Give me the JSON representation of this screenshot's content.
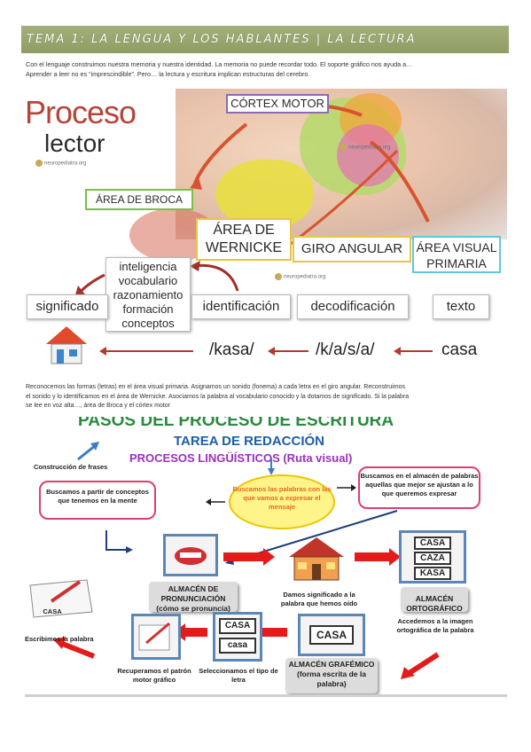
{
  "header": {
    "title": "TEMA 1: LA LENGUA Y LOS HABLANTES | LA LECTURA"
  },
  "intro": {
    "line1": "Con el lenguaje construimos nuestra memoria y nuestra identidad. La memoria no puede recordar todo. El soporte gráfico nos ayuda a…",
    "line2": "Aprender a leer no es “imprescindible”. Pero… la lectura y escritura implican estructuras del cerebro."
  },
  "figure1": {
    "title": "Proceso",
    "subtitle": "lector",
    "watermark": "neuropediatra.org",
    "labels": {
      "cortex": "CÓRTEX MOTOR",
      "broca": "ÁREA DE BROCA",
      "wernicke_1": "ÁREA DE",
      "wernicke_2": "WERNICKE",
      "giro": "GIRO ANGULAR",
      "visual_1": "ÁREA VISUAL",
      "visual_2": "PRIMARIA"
    },
    "concepts": [
      "inteligencia",
      "vocabulario",
      "razonamiento",
      "formación",
      "conceptos"
    ],
    "row": {
      "significado": "significado",
      "identificacion": "identificación",
      "decodificacion": "decodificación",
      "texto": "texto"
    },
    "bottom": {
      "kasa": "/kasa/",
      "phon": "/k/a/s/a/",
      "casa": "casa"
    }
  },
  "middle_text": {
    "line1": "Reconocemos las formas (letras) en el área visual primaria. Asignamos un sonido (fonema) a cada letra en el giro angular. Reconstruimos",
    "line2": "el sonido y lo identificamos en el área de Wernicke. Asociamos la palabra al vocabulario conocido y la dotamos de significado. Si la palabra",
    "line3": "se lee en voz alta…, área de Broca y el córtex motor"
  },
  "figure2": {
    "h1": "PASOS DEL PROCESO DE ESCRITURA",
    "h2": "TAREA DE REDACCIÓN",
    "h3": "PROCESOS LINGÜÍSTICOS (Ruta visual)",
    "construccion": "Construcción de frases",
    "buscamos_conceptos": "Buscamos a partir de conceptos que tenemos en la mente",
    "buscamos_palabras": "Buscamos las palabras con las que vamos a expresar el mensaje",
    "buscamos_almacen": "Buscamos en el almacén de palabras aquellas que mejor se ajustan a lo que queremos expresar",
    "almacen_pron": "ALMACÉN DE PRONUNCIACIÓN (cómo se pronuncia)",
    "damos_significado": "Damos significado a la palabra que hemos oído",
    "almacen_orto": "ALMACÉN ORTOGRÁFICO",
    "words_orto": [
      "CASA",
      "CAZA",
      "KASA"
    ],
    "accedemos": "Accedemos a la imagen ortográfica de la palabra",
    "almacen_graf": "ALMACÉN GRAFÉMICO (forma escrita de la palabra)",
    "graf_word": "CASA",
    "tipo_words": [
      "CASA",
      "casa"
    ],
    "seleccionamos": "Seleccionamos el tipo de letra",
    "recuperamos": "Recuperamos el patrón motor gráfico",
    "escribimos": "Escribimos la palabra",
    "paper_word": "CASA"
  },
  "colors": {
    "header": "#98a56b",
    "proceso": "#b64438",
    "green_title": "#2a8a3f",
    "blue_title": "#1e5fa8",
    "purple_title": "#9b2fc0",
    "pink_border": "#e03d6e",
    "red_arrow": "#e31b1b"
  }
}
